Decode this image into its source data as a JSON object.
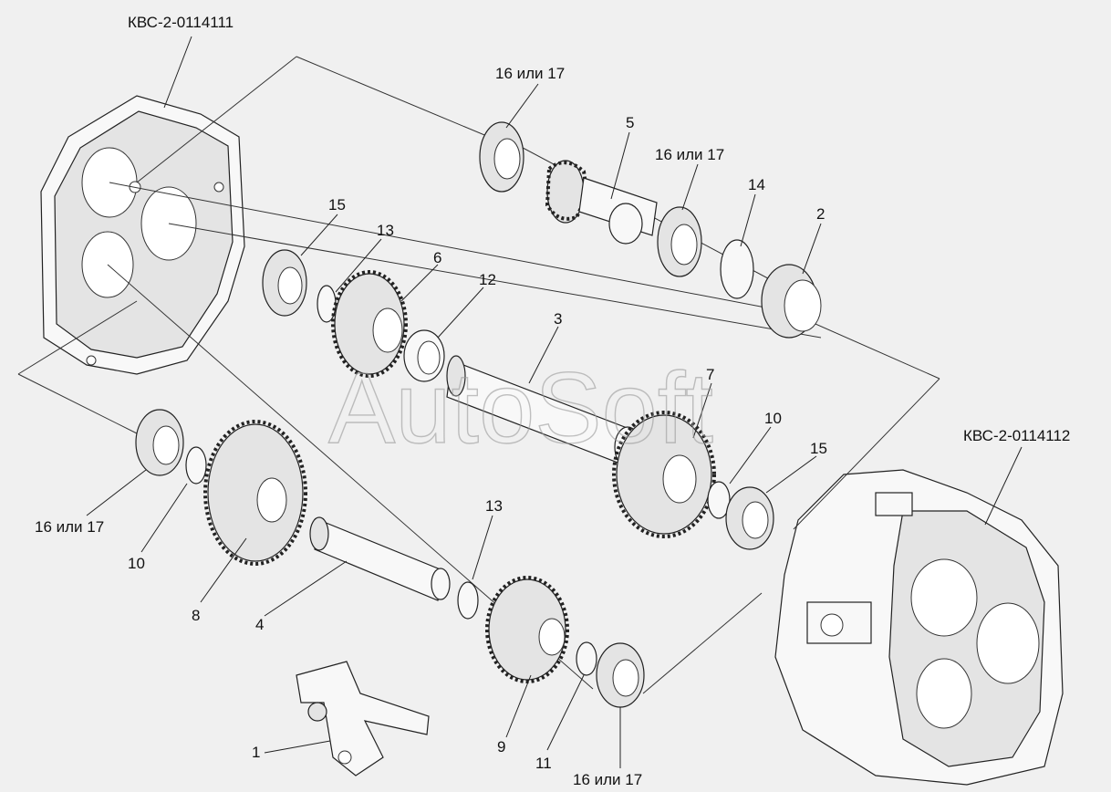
{
  "assemblies": {
    "left_housing": "КВС-2-0114111",
    "right_housing": "КВС-2-0114112"
  },
  "callouts": {
    "bearing_top": "16 или 17",
    "shaft_5": "5",
    "bearing_mid_top": "16 или 17",
    "ring_14": "14",
    "bearing_2": "2",
    "bearing_15_top": "15",
    "ring_13_top": "13",
    "gear_6": "6",
    "bushing_12": "12",
    "shaft_3": "3",
    "gear_7": "7",
    "ring_10_right": "10",
    "bearing_15_right": "15",
    "bearing_left": "16 или 17",
    "ring_10_left": "10",
    "gear_8": "8",
    "shaft_4": "4",
    "ring_13_bottom": "13",
    "lever_1": "1",
    "gear_9": "9",
    "ring_11": "11",
    "bearing_bottom": "16 или 17"
  },
  "watermark": "AutoSoft"
}
